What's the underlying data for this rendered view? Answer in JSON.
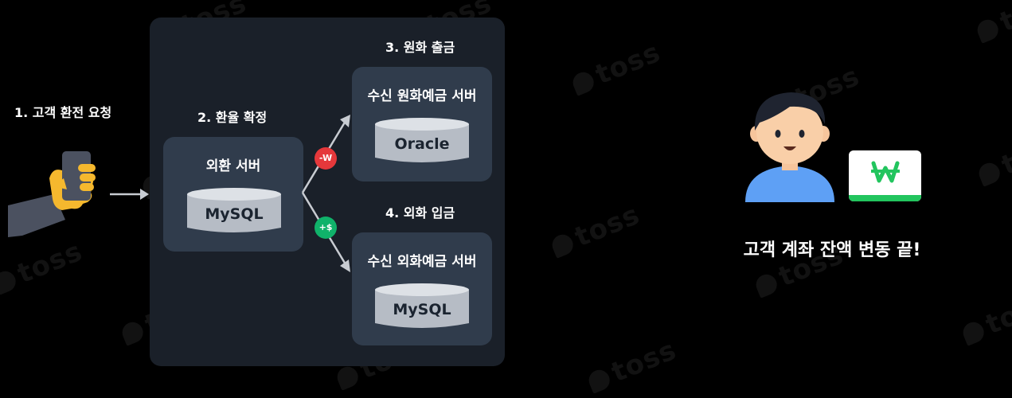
{
  "steps": {
    "step1": "1. 고객 환전 요청",
    "step2": "2. 환율 확정",
    "step3": "3. 원화 출금",
    "step4": "4. 외화 입금"
  },
  "servers": {
    "fx": {
      "title": "외환 서버",
      "db": "MySQL"
    },
    "krw": {
      "title": "수신 원화예금 서버",
      "db": "Oracle"
    },
    "foreign": {
      "title": "수신 외화예금 서버",
      "db": "MySQL"
    }
  },
  "badges": {
    "withdraw": "-W",
    "deposit": "+$"
  },
  "final_text": "고객 계좌 잔액 변동 끝!",
  "watermark": "toss",
  "colors": {
    "background": "#000000",
    "panel": "#1a2029",
    "server": "#303c4c",
    "withdraw_badge": "#e5383b",
    "deposit_badge": "#10b26a",
    "won_card_accent": "#22c55e"
  },
  "icons": [
    "hand-phone-icon",
    "person-icon",
    "won-card-icon",
    "database-icon",
    "arrow-icon"
  ]
}
